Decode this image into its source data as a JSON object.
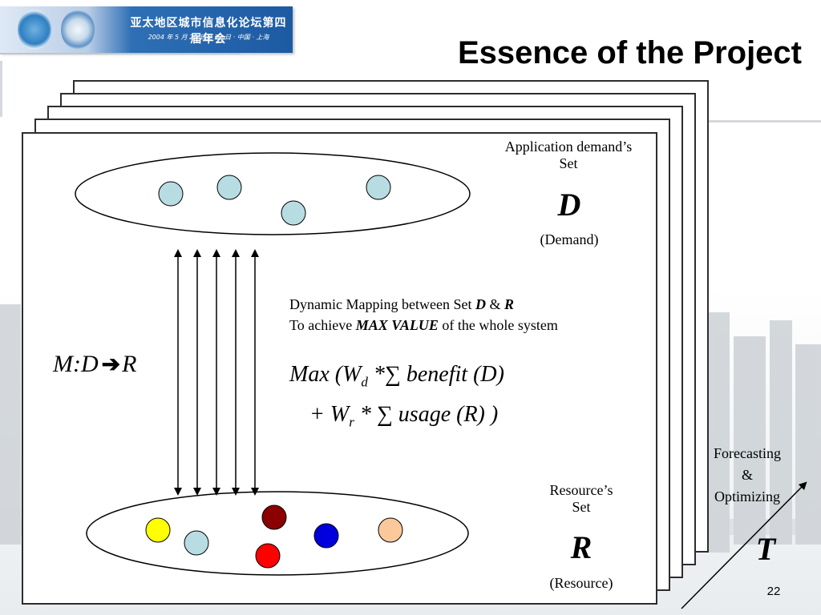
{
  "header": {
    "banner_title_cn": "亚太地区城市信息化论坛第四届年会",
    "banner_date_cn": "2004 年 5 月 20 日至 22 日 · 中国 · 上海",
    "slide_title": "Essence of the Project"
  },
  "demand": {
    "label_line1": "Application demand’s",
    "label_line2": "Set",
    "symbol": "D",
    "sub": "(Demand)"
  },
  "resource": {
    "label_line1": "Resource’s",
    "label_line2": "Set",
    "symbol": "R",
    "sub": "(Resource)"
  },
  "mapping": {
    "label_left": "M:D",
    "label_right": "R",
    "line1_prefix": "Dynamic Mapping between Set",
    "line1_d": "D",
    "line1_amp": "&",
    "line1_r": "R",
    "line2_prefix": "To achieve",
    "line2_emph": "MAX VALUE",
    "line2_suffix": "of the whole system"
  },
  "formula": {
    "line1_max": "Max",
    "line1_open": "(W",
    "line1_sub_d": "d",
    "line1_rest": "*∑ benefit (D)",
    "line2_plus": "+ W",
    "line2_sub_r": "r",
    "line2_rest": "* ∑ usage (R) )"
  },
  "time": {
    "forecast_line1": "Forecasting",
    "forecast_line2": "&",
    "forecast_line3": "Optimizing",
    "symbol": "T"
  },
  "page_number": "22",
  "colors": {
    "demand_node": "#b7dde3",
    "resource_nodes": [
      "#ffff00",
      "#b7dde3",
      "#8b0000",
      "#ff0000",
      "#0000dd",
      "#fbc89b"
    ]
  }
}
